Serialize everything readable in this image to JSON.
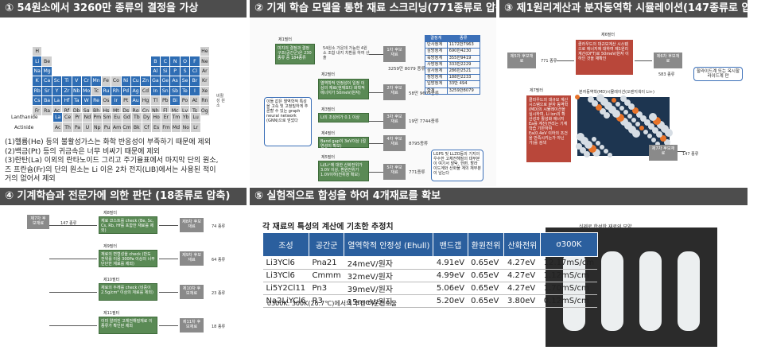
{
  "headers": [
    "① 54원소에서 3260만 종류의 결정을 가상",
    "② 기계 학습 모델을 통한 재료 스크리닝(771종류로 압축)",
    "③ 제1원리계산과 분자동역학 시뮬레이션(147종류로 압축)",
    "④ 기계학습과 전문가에 의한 판단 (18종류로 압축)",
    "⑤ 실험적으로 합성을 하여 4개재료를 확보"
  ],
  "periodic": {
    "rows": [
      [
        "H",
        "",
        "",
        "",
        "",
        "",
        "",
        "",
        "",
        "",
        "",
        "",
        "",
        "",
        "",
        "",
        "",
        "He"
      ],
      [
        "Li",
        "Be",
        "",
        "",
        "",
        "",
        "",
        "",
        "",
        "",
        "",
        "",
        "B",
        "C",
        "N",
        "O",
        "F",
        "Ne"
      ],
      [
        "Na",
        "Mg",
        "",
        "",
        "",
        "",
        "",
        "",
        "",
        "",
        "",
        "",
        "Al",
        "Si",
        "P",
        "S",
        "Cl",
        "Ar"
      ],
      [
        "K",
        "Ca",
        "Sc",
        "Ti",
        "V",
        "Cr",
        "Mn",
        "Fe",
        "Co",
        "Ni",
        "Cu",
        "Zn",
        "Ga",
        "Ge",
        "As",
        "Se",
        "Br",
        "Kr"
      ],
      [
        "Rb",
        "Sr",
        "Y",
        "Zr",
        "Nb",
        "Mo",
        "Tc",
        "Ru",
        "Rh",
        "Pd",
        "Ag",
        "Cd",
        "In",
        "Sn",
        "Sb",
        "Te",
        "I",
        "Xe"
      ],
      [
        "Cs",
        "Ba",
        "La",
        "Hf",
        "Ta",
        "W",
        "Re",
        "Os",
        "Ir",
        "Pt",
        "Au",
        "Hg",
        "Tl",
        "Pb",
        "Bi",
        "Po",
        "At",
        "Rn"
      ],
      [
        "Fr",
        "Ra",
        "Ac",
        "Rf",
        "Db",
        "Sg",
        "Bh",
        "Hs",
        "Mt",
        "Ds",
        "Rg",
        "Cn",
        "Nh",
        "Fl",
        "Mc",
        "Lv",
        "Ts",
        "Og"
      ]
    ],
    "grey": [
      "H",
      "He",
      "Be",
      "Fe",
      "Co",
      "Tc",
      "Pt",
      "Cd",
      "Os",
      "Hg",
      "Tl",
      "Pb",
      "Po",
      "At",
      "Rn",
      "Fr",
      "Ra",
      "Ac",
      "Rf",
      "Db",
      "Sg",
      "Bh",
      "Hs",
      "Mt",
      "Ds",
      "Rg",
      "Cn",
      "Nh",
      "Fl",
      "Mc",
      "Lv",
      "Ts",
      "Og",
      "Ne",
      "Ar",
      "Kr",
      "Xe"
    ],
    "lanthanide_label": "Lanthanide",
    "actinide_label": "Actinide",
    "lanthanides": [
      "La",
      "Ce",
      "Pr",
      "Nd",
      "Pm",
      "Sm",
      "Eu",
      "Gd",
      "Tb",
      "Dy",
      "Ho",
      "Er",
      "Tm",
      "Yb",
      "Lu"
    ],
    "actinides": [
      "Ac",
      "Th",
      "Pa",
      "U",
      "Np",
      "Pu",
      "Am",
      "Cm",
      "Bk",
      "Cf",
      "Es",
      "Fm",
      "Md",
      "No",
      "Lr"
    ],
    "side_note": "비활성 원소",
    "notes": [
      "(1)헬륨(He) 등의 불활성가스는 화학 반응성이 부족하기 때문에 제외",
      "(2)백금(Pt) 등의 귀금속은 너무 비싸기 때문에 제외",
      "(3)란탄(La) 이외의 란타노이드 그리고 주기율표에서 마지막 단의 원소,",
      "즈 프란슘(Fr)의 단의 원소는 Li 이온 2차 전지(LIB)에서는 사용된 적이",
      "거의 없어서 제외"
    ]
  },
  "panel2": {
    "filters": [
      {
        "title": "제1필터",
        "text": "미지의 결정과 결정구조(공간군)은 230종류 중 184종류",
        "stage": "54원소 가운데 가능한 4원소 조합 내지 치환를 하여 산출"
      },
      {
        "title": "제2필터",
        "text": "열역학적 안정성이 일정 이상의 재료(현재보다 화학적 에너지가 50meV/원자)"
      },
      {
        "title": "제3필터",
        "text": "Li의 조성비가 0.1 이상"
      },
      {
        "title": "제4필터",
        "text": "Band gap이 3eV이상 (절연성이 확보)"
      },
      {
        "title": "제5필터",
        "text": "Li/Li⁺에 대한 산화전위가 3.0V 이상, 환원전위가 1.0V이하(전위창 확보)"
      }
    ],
    "stages": [
      "1차 후보재료",
      "2차 후보재료",
      "3차 후보재료",
      "4차 후보재료",
      "5차 후보재료"
    ],
    "counts": [
      "3259만 8079 종류",
      "58만 9609종류",
      "19만 7744종류",
      "8795종류",
      "771종류"
    ],
    "side_note": "이들 값은 열역학적 특성을 고속 및 고정밀하게 추론할 수 있는 graph neural network (GNN)으로 얻었다",
    "table": [
      [
        "결정계",
        "종류"
      ],
      [
        "단사정계",
        "1172만7963"
      ],
      [
        "삼방정계",
        "690만4230"
      ],
      [
        "육방정계",
        "355만9419"
      ],
      [
        "사방정계",
        "333만2229"
      ],
      [
        "삼사정계",
        "286만2521"
      ],
      [
        "정방정계",
        "188만2233"
      ],
      [
        "입방정계",
        "33만 494"
      ],
      [
        "합계",
        "3259만8079"
      ]
    ],
    "result_note": "LGPS 및 LLZO등의 기지의 우수한 고체전해질의 대부분이 여기서 발탁. 한편, 할라이드계와 산화물 계의 재부분이 남는다"
  },
  "panel3": {
    "stage5": "제5차 후보재료",
    "stage6": "제6차 후보재료",
    "stage7": "제7차 후보재료",
    "f6_title": "제6필터",
    "f6_text": "클라우드의 대규모계산 시스템으로 에너지에 대하여 제1원리계산(DFT)로 50meV/원자 이하인 것을 재확인",
    "f7_title": "제7필터",
    "f7_text": "클라우드의 대규모 계산 시스템으로 분자 동역학(MD)의 시뮬레이션을 실시하여, Li ion의 확산성과 활성화 에너지 Ea를 계산(전리는 기계학습 기반하여 Ea(0.4eV 이하의 조건을 만족시키는가 아닌가)를 검색",
    "md_caption": "분자동역학(MD)시뮬레이션(오렌지색이 Li+)",
    "count771": "771 종류",
    "count583": "583 종류",
    "count147": "147 종류",
    "callout": "할라이드계 또는 옥시할라이드계 만"
  },
  "panel4": {
    "stage7": "제7차 후보재료",
    "count": "147 종류",
    "filters": [
      {
        "title": "제8필터",
        "text": "재료 코스트를 check (Be, Sc, Cs, Rb, Hf를 포함한 재료를 제외)",
        "stage": "제8차 후보재료",
        "count": "74 종류"
      },
      {
        "title": "제9필터",
        "text": "재료의 변형성을 check (반도 전위를 이용 300Pa 이상의 너무 단단한 재료를 제외)",
        "stage": "제9차 후보재료",
        "count": "64 종류"
      },
      {
        "title": "제10필터",
        "text": "재료의 두께를 check (비중이 2.5g/cm³ 이상의 재료를 제외)",
        "stage": "제10차 후보재료",
        "count": "23 종류"
      },
      {
        "title": "제11필터",
        "text": "이미 알려진 고체전해질재료 이종류가 확인된 제외",
        "stage": "제11차 후보재료",
        "count": "18 종류"
      }
    ]
  },
  "panel5": {
    "subtitle": "각 재료의 특성의 계산에 기초한 추정치",
    "columns": [
      "조성",
      "공간군",
      "열역학적 안정성 (Ehull)",
      "밴드갭",
      "환원전위",
      "산화전위",
      "σ300K"
    ],
    "rows": [
      [
        "Li3YCl6",
        "Pna21",
        "24meV/원자",
        "4.91eV",
        "0.65eV",
        "4.27eV",
        "12.17mS/cm"
      ],
      [
        "Li3YCl6",
        "Cmmm",
        "32meV/원자",
        "4.99eV",
        "0.65eV",
        "4.27eV",
        "1.12mS/cm"
      ],
      [
        "Li5Y2Cl11",
        "Pn3",
        "39meV/원자",
        "5.06eV",
        "0.65eV",
        "4.27eV",
        "1.70mS/cm"
      ],
      [
        "Na2LiYCl6",
        "R3",
        "15meV/원자",
        "5.20eV",
        "0.65eV",
        "3.80eV",
        "0.12mS/cm"
      ]
    ],
    "footnote": "σ300K: 300K(26.7℃)에서의 추정 이온전도율",
    "photo_caption": "실제로 합성한 재료의 모양"
  }
}
